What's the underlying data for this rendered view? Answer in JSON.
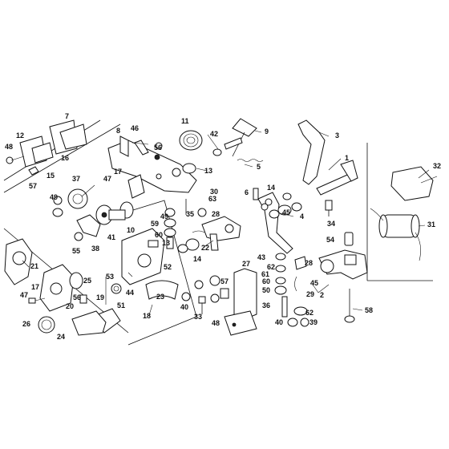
{
  "diagram": {
    "callouts": [
      "1",
      "2",
      "3",
      "4",
      "5",
      "6",
      "7",
      "8",
      "9",
      "10",
      "11",
      "12",
      "13",
      "14",
      "15",
      "16",
      "17",
      "18",
      "19",
      "20",
      "21",
      "22",
      "23",
      "24",
      "25",
      "26",
      "27",
      "28",
      "29",
      "30",
      "31",
      "32",
      "33",
      "34",
      "35",
      "36",
      "37",
      "38",
      "39",
      "40",
      "41",
      "42",
      "43",
      "44",
      "45",
      "46",
      "47",
      "48",
      "49",
      "50",
      "51",
      "52",
      "53",
      "54",
      "55",
      "56",
      "57",
      "58",
      "59",
      "60",
      "61",
      "62",
      "63"
    ]
  }
}
